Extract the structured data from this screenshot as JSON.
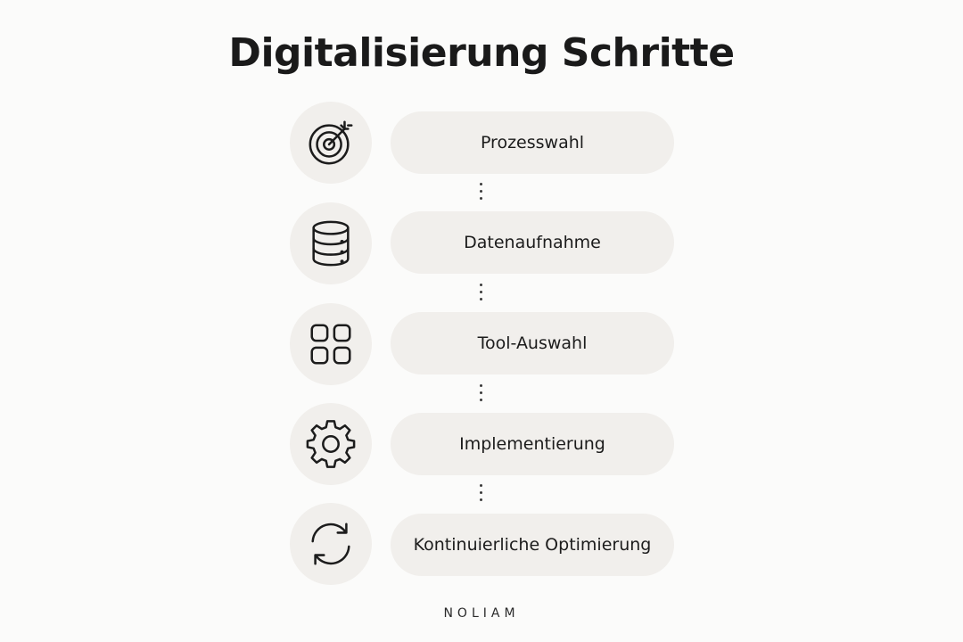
{
  "title": "Digitalisierung Schritte",
  "steps": [
    {
      "label": "Prozesswahl",
      "icon": "target-icon"
    },
    {
      "label": "Datenaufnahme",
      "icon": "database-icon"
    },
    {
      "label": "Tool-Auswahl",
      "icon": "grid-icon"
    },
    {
      "label": "Implementierung",
      "icon": "gear-icon"
    },
    {
      "label": "Kontinuierliche Optimierung",
      "icon": "refresh-icon"
    }
  ],
  "brand": "NOLIAM",
  "colors": {
    "background": "#fbfbfa",
    "card": "#f1efec",
    "text": "#1c1c1c"
  }
}
